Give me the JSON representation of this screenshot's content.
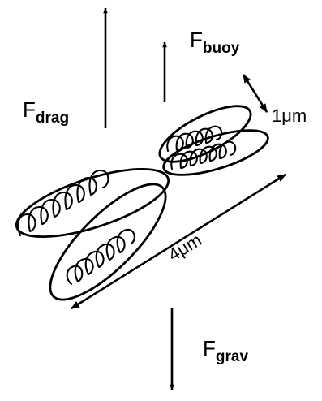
{
  "forces": {
    "drag": {
      "symbol": "F",
      "subscript": "drag"
    },
    "buoy": {
      "symbol": "F",
      "subscript": "buoy"
    },
    "grav": {
      "symbol": "F",
      "subscript": "grav"
    }
  },
  "dimensions": {
    "width_label": "1μm",
    "length_label": "4μm"
  }
}
